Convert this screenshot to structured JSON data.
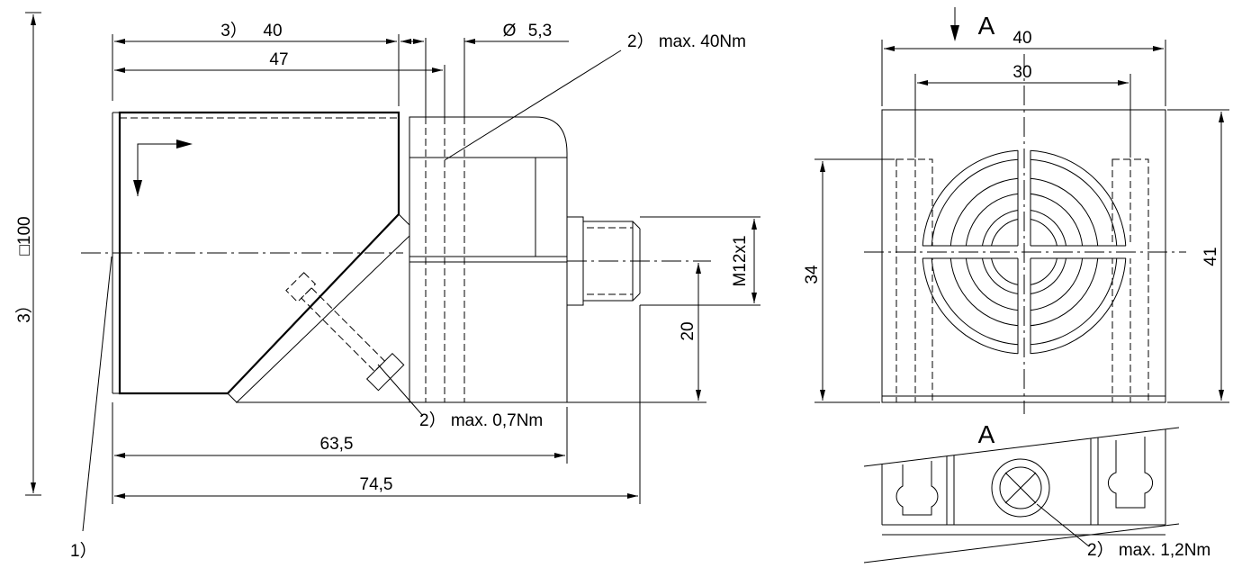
{
  "labels": {
    "dim_side_length": "□100",
    "note_3_side": "3）",
    "note_3_top": "3）",
    "dim_top_40": "40",
    "dim_47": "47",
    "dim_dia": "5,3",
    "dia_symbol": "Ø",
    "note_40nm": "2） max. 40Nm",
    "dim_m12": "M12x1",
    "dim_20": "20",
    "note_07nm": "2） max. 0,7Nm",
    "dim_63_5": "63,5",
    "dim_74_5": "74,5",
    "note_1": "1）",
    "view_a_arrow": "A",
    "dim_front_40": "40",
    "dim_front_30": "30",
    "dim_34": "34",
    "dim_41": "41",
    "view_a_title": "A",
    "note_12nm": "2） max. 1,2Nm"
  }
}
